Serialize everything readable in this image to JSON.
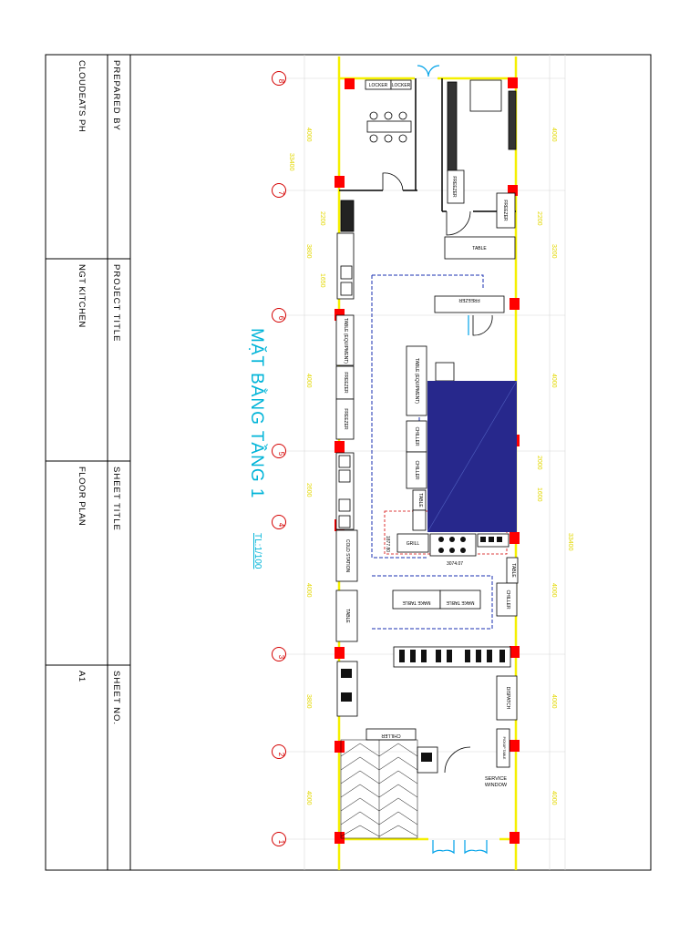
{
  "title_block": {
    "prepared_by_label": "PREPARED BY",
    "prepared_by_value": "CLOUDEATS PH",
    "project_title_label": "PROJECT TITLE",
    "project_title_value": "NGT KITCHEN",
    "sheet_title_label": "SHEET TITLE",
    "sheet_title_value": "FLOOR PLAN",
    "sheet_no_label": "SHEET NO.",
    "sheet_no_value": "A1"
  },
  "plan": {
    "heading": "MẶT BẰNG TẦNG 1",
    "scale": "TL:1/100",
    "grid_labels": [
      "8",
      "7",
      "6",
      "5",
      "4",
      "3",
      "2",
      "1"
    ],
    "dims_left": [
      "4000",
      "2200",
      "3800",
      "4000",
      "2600",
      "4000",
      "3800",
      "4000",
      "1650"
    ],
    "dims_left_total": "33400",
    "dims_right": [
      "4000",
      "2200",
      "3200",
      "4000",
      "2000",
      "1600",
      "4000",
      "4000",
      "4000"
    ],
    "dims_right_total": "33400",
    "equipment": {
      "locker_1": "LOCKER",
      "locker_2": "LOCKER",
      "freezer_top": "FREEZER",
      "freezer_right": "FREEZER",
      "table_top": "TABLE",
      "freezer_mid": "FREEZER",
      "table_equipment_left": "TABLE (EQUIPMENT)",
      "freezer_left_1": "FREEZER",
      "freezer_left_2": "FREEZER",
      "table_equipment_center": "TABLE (EQUIPMENT)",
      "chiller_1": "CHILLER",
      "chiller_2": "CHILLER",
      "table_small": "TABLE",
      "grill": "GRILL",
      "cold_station": "COLD STATION",
      "table_left_bottom": "TABLE",
      "make_table_1": "MAKE TABLE",
      "make_table_2": "MAKE TABLE",
      "table_right": "TABLE",
      "chiller_right": "CHILLER",
      "dispatch": "DISPATCH",
      "chiller_bottom": "CHILLER",
      "pickup_table": "PICKUP TABLE",
      "service_window": "SERVICE WINDOW"
    },
    "notes": {
      "grill_width": "3074.07",
      "grill_depth": "1877.80"
    }
  },
  "colors": {
    "wall": "#f5f000",
    "column": "#ff0000",
    "island": "#27288c",
    "dim_text": "#e3d800",
    "grid_bubble": "#d40000",
    "heading": "#00b4d8",
    "duct": "#1a2fb0",
    "door_swing": "#00a2e8"
  }
}
